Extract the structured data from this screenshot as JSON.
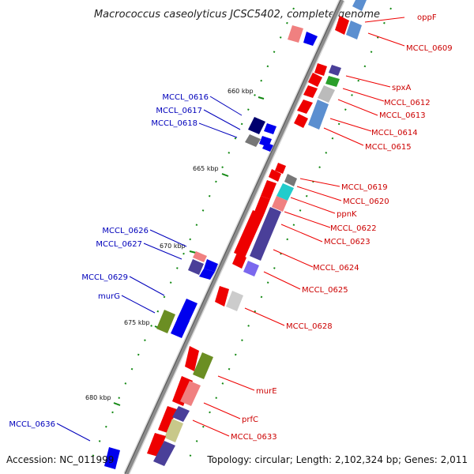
{
  "header": {
    "title": "Macrococcus caseolyticus JCSC5402, complete genome"
  },
  "footer": {
    "accession": "Accession: NC_011999",
    "topology": "Topology: circular; Length: 2,102,324 bp; Genes: 2,011"
  },
  "ticks": [
    {
      "label": "660 kbp"
    },
    {
      "label": "665 kbp"
    },
    {
      "label": "670 kbp"
    },
    {
      "label": "675 kbp"
    },
    {
      "label": "680 kbp"
    }
  ],
  "genes_right": [
    {
      "label": "oppF"
    },
    {
      "label": "MCCL_0609"
    },
    {
      "label": "spxA"
    },
    {
      "label": "MCCL_0612"
    },
    {
      "label": "MCCL_0613"
    },
    {
      "label": "MCCL_0614"
    },
    {
      "label": "MCCL_0615"
    },
    {
      "label": "MCCL_0619"
    },
    {
      "label": "MCCL_0620"
    },
    {
      "label": "ppnK"
    },
    {
      "label": "MCCL_0622"
    },
    {
      "label": "MCCL_0623"
    },
    {
      "label": "MCCL_0624"
    },
    {
      "label": "MCCL_0625"
    },
    {
      "label": "MCCL_0628"
    },
    {
      "label": "murE"
    },
    {
      "label": "prfC"
    },
    {
      "label": "MCCL_0633"
    }
  ],
  "genes_left": [
    {
      "label": "MCCL_0616"
    },
    {
      "label": "MCCL_0617"
    },
    {
      "label": "MCCL_0618"
    },
    {
      "label": "MCCL_0626"
    },
    {
      "label": "MCCL_0627"
    },
    {
      "label": "MCCL_0629"
    },
    {
      "label": "murG"
    },
    {
      "label": "MCCL_0636"
    }
  ],
  "colors": {
    "backbone": "#8c8c8c",
    "forward_strand": "#0000ee",
    "reverse_strand": "#ee0000",
    "tick": "#118811",
    "label_right": "#cc0000",
    "label_left": "#0000bb"
  }
}
